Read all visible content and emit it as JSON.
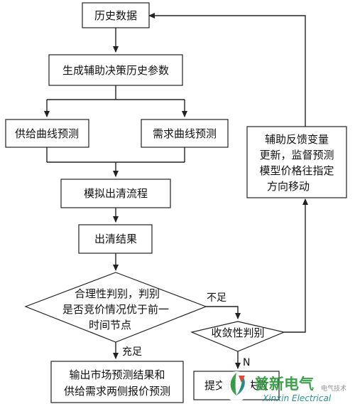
{
  "nodes": {
    "history_data": "历史数据",
    "generate_params": "生成辅助决策历史参数",
    "supply_forecast": "供给曲线预测",
    "demand_forecast": "需求曲线预测",
    "simulate_clearing": "模拟出清流程",
    "clearing_result": "出清结果",
    "rationality_check": [
      "合理性判别，判别",
      "是否竞价情况优于前一",
      "时间节点"
    ],
    "output_forecast": [
      "输出市场预测结果和",
      "供给需求两侧报价预测"
    ],
    "convergence_check": "收敛性判别",
    "submit_failed": "提交预测失败",
    "feedback_update": [
      "辅助反馈变量",
      "更新，监督预测",
      "模型价格往指定",
      "方向移动"
    ]
  },
  "edges": {
    "insufficient": "不足",
    "sufficient": "充足",
    "no": "N"
  },
  "watermark": {
    "cn": "普新电气",
    "en": "Xinxin Electrical",
    "small": "电气技术",
    "colors": {
      "green": "#2e9a3c",
      "teal": "#1a8a86",
      "red": "#d6402b"
    }
  }
}
